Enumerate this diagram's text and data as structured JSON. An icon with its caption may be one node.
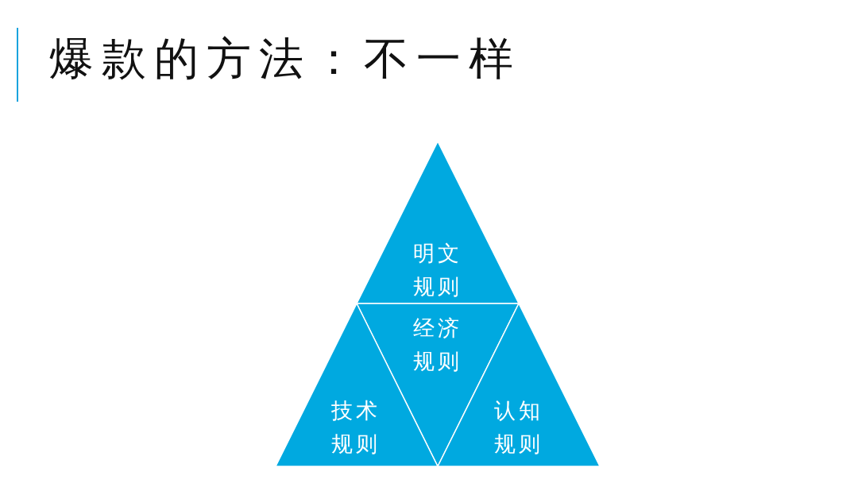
{
  "diagram": {
    "title": "爆款的方法：不一样",
    "nodes": [
      {
        "text": [
          "明文规则"
        ]
      },
      {
        "text": [
          "经济规则"
        ]
      },
      {
        "text": [
          "技术规则"
        ]
      },
      {
        "text": [
          "认知规则"
        ]
      }
    ]
  }
}
